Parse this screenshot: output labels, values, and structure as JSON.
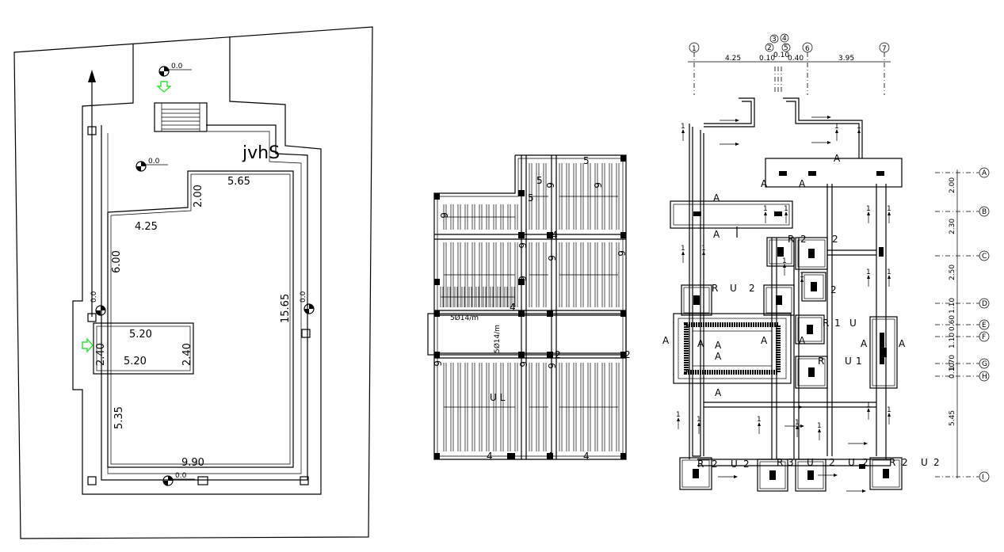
{
  "site_plan": {
    "watermark": "jvhS",
    "dimensions": {
      "top_right": "5.65",
      "step_height": "2.00",
      "upper_left_width": "4.25",
      "left_height": "6.00",
      "right_height": "15.65",
      "inner_top": "5.20",
      "inner_bottom": "5.20",
      "inner_left": "2.40",
      "inner_right": "2.40",
      "lower_left": "5.35",
      "bottom_width": "9.90"
    },
    "levels": [
      "0.0",
      "0.0",
      "0.0",
      "0.0",
      "0.0"
    ],
    "accent_color": "#33dd33"
  },
  "slab_plan": {
    "bar_label_h": "5Ø14/m",
    "bar_label_v": "5Ø14/m",
    "code_ul": "U L",
    "marks": [
      "5",
      "5",
      "5",
      "6",
      "6",
      "6",
      "6",
      "6",
      "6",
      "6",
      "6",
      "6",
      "6",
      "4",
      "4",
      "4",
      "4",
      "2",
      "2",
      "4"
    ]
  },
  "foundation_plan": {
    "top_axes": [
      "1",
      "2",
      "3",
      "4",
      "5",
      "6",
      "7"
    ],
    "top_dims": [
      "4.25",
      "0.10",
      "0.10",
      "0.40",
      "3.95"
    ],
    "right_axes": [
      "A",
      "B",
      "C",
      "D",
      "E",
      "F",
      "G",
      "H",
      "I"
    ],
    "right_dims": [
      "2.00",
      "2.30",
      "2.50",
      "1.10",
      "0.60",
      "1.10",
      "1.70",
      "0.10",
      "5.45"
    ],
    "section_mark": "A",
    "footing_labels": [
      "R",
      "2",
      "U",
      "2",
      "R",
      "1",
      "U",
      "1",
      "R",
      "3",
      "U",
      "2"
    ],
    "arrow_label": "1"
  }
}
